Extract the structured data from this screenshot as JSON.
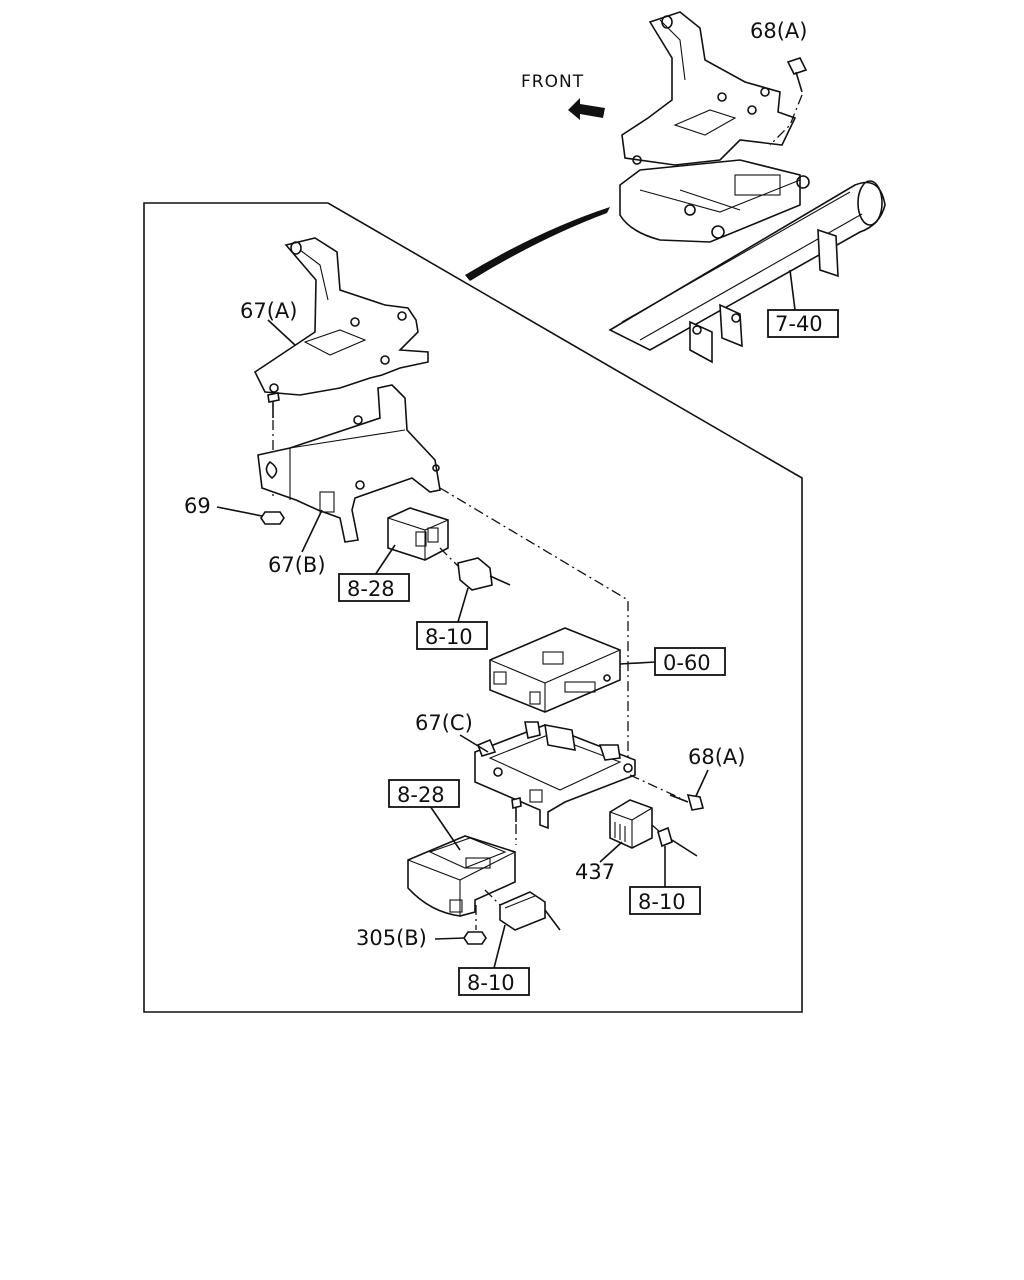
{
  "diagram": {
    "front_label": "FRONT",
    "callouts": {
      "c68a_top": "68(A)",
      "c67a": "67(A)",
      "c69": "69",
      "c67b": "67(B)",
      "c67c": "67(C)",
      "c68a_mid": "68(A)",
      "c437": "437",
      "c305b": "305(B)"
    },
    "refs": {
      "r740": "7-40",
      "r828_a": "8-28",
      "r810_a": "8-10",
      "r060": "0-60",
      "r828_b": "8-28",
      "r810_b": "8-10",
      "r810_c": "8-10"
    }
  }
}
